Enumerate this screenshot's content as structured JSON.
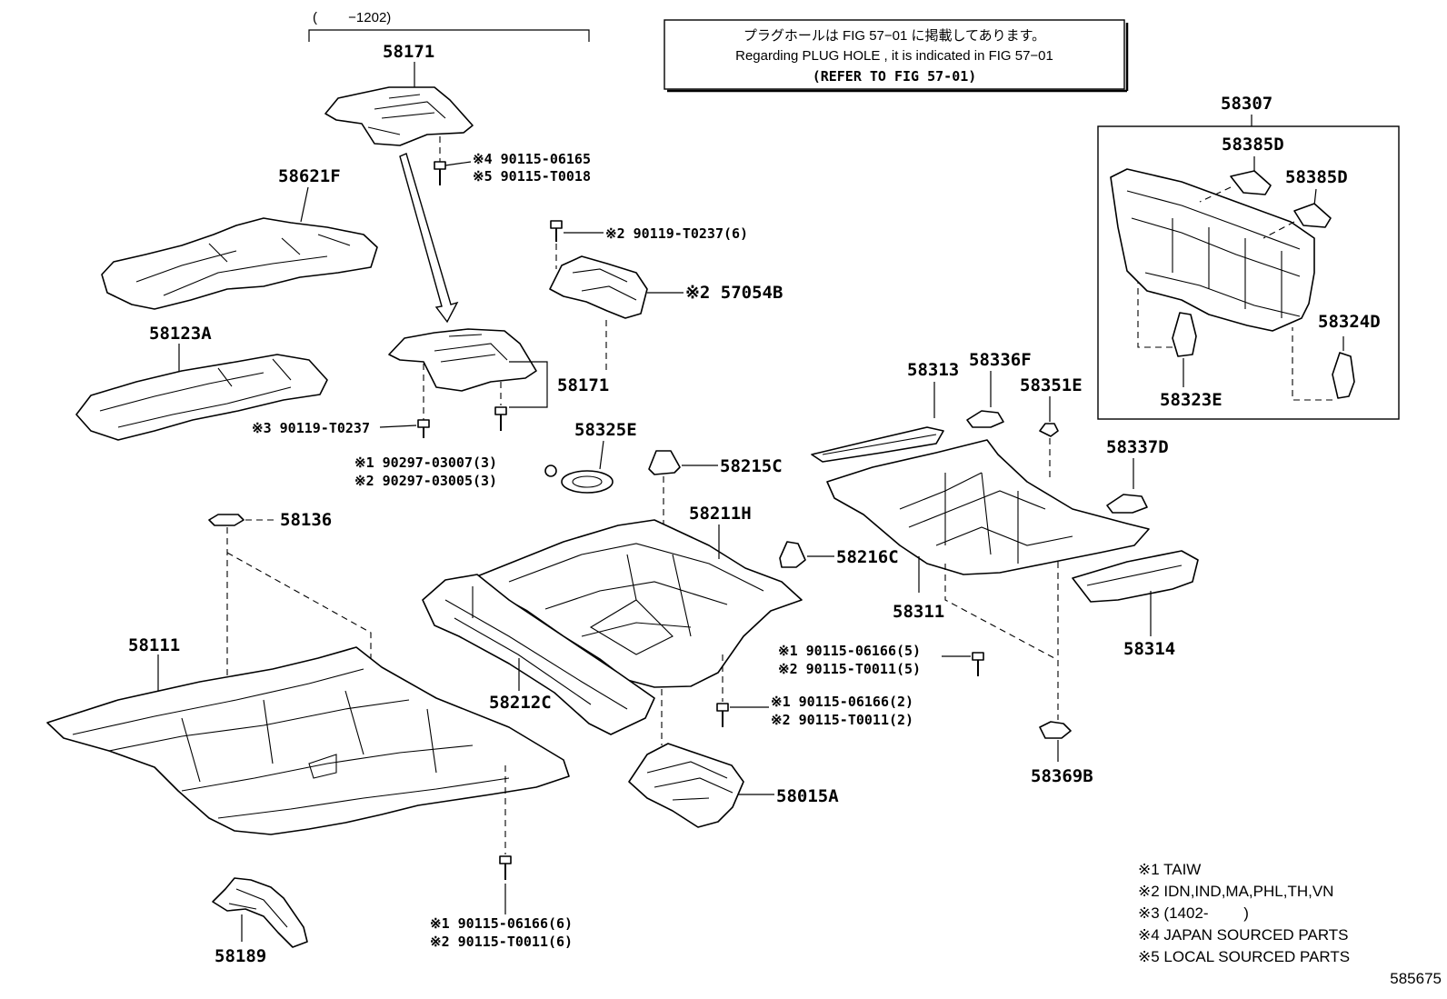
{
  "notice": {
    "line1": "プラグホールは FIG 57−01 に掲載してあります。",
    "line2": "Regarding PLUG HOLE , it is indicated in FIG 57−01",
    "line3": "(REFER TO FIG 57-01)"
  },
  "range_top": "(　　 −1202)",
  "parts": {
    "p58171_top": "58171",
    "p58621F": "58621F",
    "p58123A": "58123A",
    "p58171_mid": "58171",
    "p58136": "58136",
    "p58111": "58111",
    "p58189": "58189",
    "p58325E": "58325E",
    "p58215C": "58215C",
    "p58211H": "58211H",
    "p58216C": "58216C",
    "p58212C": "58212C",
    "p58015A": "58015A",
    "p57054B": "※2 57054B",
    "p58307": "58307",
    "p58385D_a": "58385D",
    "p58385D_b": "58385D",
    "p58324D": "58324D",
    "p58323E": "58323E",
    "p58313": "58313",
    "p58336F": "58336F",
    "p58351E": "58351E",
    "p58337D": "58337D",
    "p58311": "58311",
    "p58314": "58314",
    "p58369B": "58369B"
  },
  "fasteners": {
    "f1a": "※4 90115-06165",
    "f1b": "※5 90115-T0018",
    "f2": "※2 90119-T0237(6)",
    "f3": "※3 90119-T0237",
    "f4a": "※1 90297-03007(3)",
    "f4b": "※2 90297-03005(3)",
    "f5a": "※1 90115-06166(5)",
    "f5b": "※2 90115-T0011(5)",
    "f6a": "※1 90115-06166(2)",
    "f6b": "※2 90115-T0011(2)",
    "f7a": "※1 90115-06166(6)",
    "f7b": "※2 90115-T0011(6)"
  },
  "legend": [
    "※1 TAIW",
    "※2 IDN,IND,MA,PHL,TH,VN",
    "※3 (1402-　　 )",
    "※4 JAPAN SOURCED PARTS",
    "※5 LOCAL SOURCED PARTS"
  ],
  "figure_id": "585675"
}
